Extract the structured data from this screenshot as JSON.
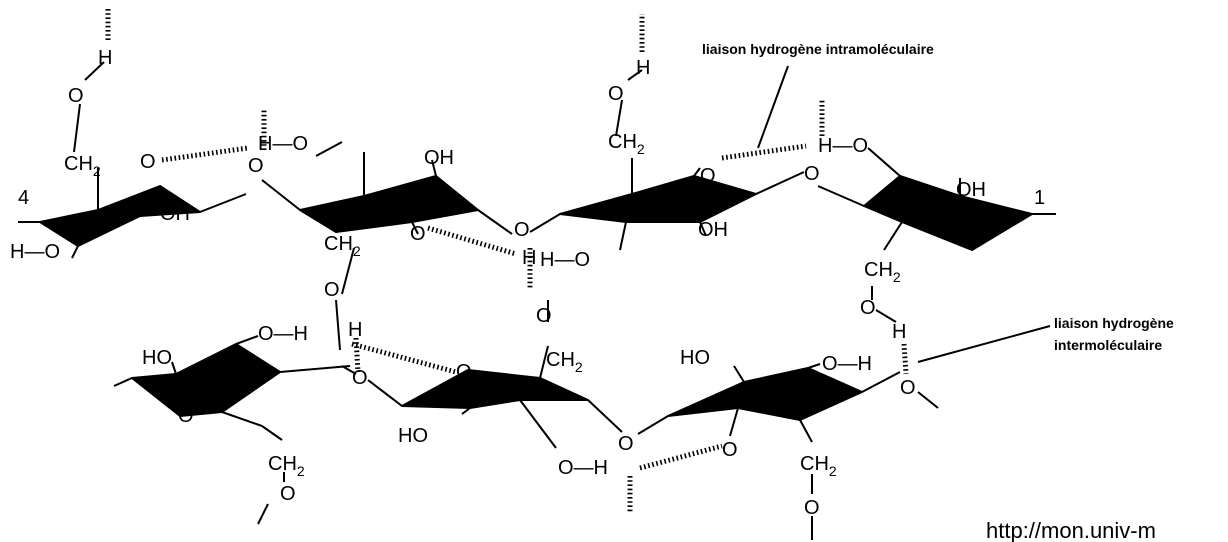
{
  "atoms": {
    "O": "O",
    "OH": "OH",
    "HO": "HO",
    "H": "H",
    "HO_bond": "H—O",
    "OH_bond": "O—H",
    "CH2": "CH",
    "sub2": "2"
  },
  "positions": {
    "left_end": "4",
    "right_end": "1"
  },
  "annotations": {
    "intramolecular": "liaison hydrogène intramoléculaire",
    "intermolecular_line1": "liaison hydrogène",
    "intermolecular_line2": "intermoléculaire"
  },
  "footer": {
    "url": "http://mon.univ-m"
  }
}
